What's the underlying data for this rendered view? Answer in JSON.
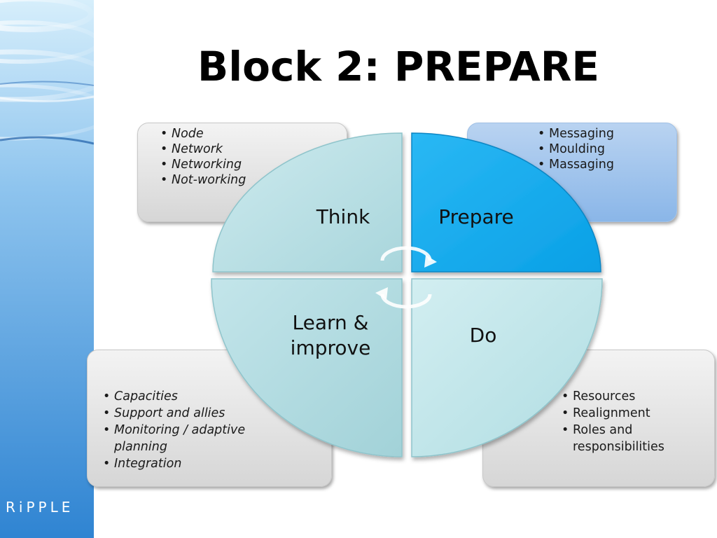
{
  "slide": {
    "title": "Block 2: PREPARE"
  },
  "brand": {
    "logo_text": "RiPPLE"
  },
  "cycle": {
    "quadrants": [
      {
        "id": "think",
        "label": "Think",
        "color": "#bfe3e8"
      },
      {
        "id": "prepare",
        "label": "Prepare",
        "color": "#12aef0"
      },
      {
        "id": "learn",
        "label": "Learn &\nimprove",
        "color": "#b6dde2"
      },
      {
        "id": "do",
        "label": "Do",
        "color": "#c4e8ec"
      }
    ],
    "highlighted": "prepare",
    "arrow_icon": "cycle-arrows-icon"
  },
  "boxes": {
    "think": {
      "items": [
        "Node",
        "Network",
        "Networking",
        "Not-working"
      ]
    },
    "prepare": {
      "items": [
        "Messaging",
        "Moulding",
        "Massaging"
      ]
    },
    "learn": {
      "items": [
        "Capacities",
        "Support and allies",
        "Monitoring / adaptive planning",
        "Integration"
      ]
    },
    "do": {
      "items": [
        "Resources",
        "Realignment",
        "Roles and responsibilities"
      ]
    }
  },
  "colors": {
    "side_band_top": "#b9dff5",
    "side_band_bottom": "#3d8fd6",
    "highlight": "#12aef0",
    "box_blue": "#a5c7ee"
  }
}
